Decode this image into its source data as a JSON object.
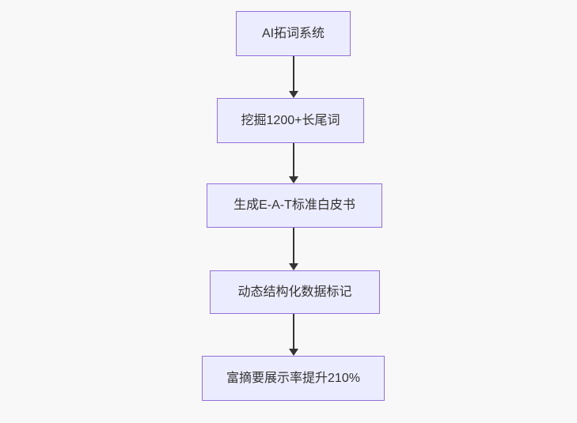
{
  "diagram": {
    "type": "flowchart",
    "direction": "top-down",
    "nodes": [
      {
        "id": "n1",
        "label": "AI拓词系统"
      },
      {
        "id": "n2",
        "label": "挖掘1200+长尾词"
      },
      {
        "id": "n3",
        "label": "生成E-A-T标准白皮书"
      },
      {
        "id": "n4",
        "label": "动态结构化数据标记"
      },
      {
        "id": "n5",
        "label": "富摘要展示率提升210%"
      }
    ],
    "edges": [
      {
        "from": "n1",
        "to": "n2"
      },
      {
        "from": "n2",
        "to": "n3"
      },
      {
        "from": "n3",
        "to": "n4"
      },
      {
        "from": "n4",
        "to": "n5"
      }
    ]
  },
  "colors": {
    "background": "#f8f8f8",
    "node_fill": "#ececff",
    "node_border": "#9370db",
    "arrow": "#333333",
    "text": "#333333"
  }
}
